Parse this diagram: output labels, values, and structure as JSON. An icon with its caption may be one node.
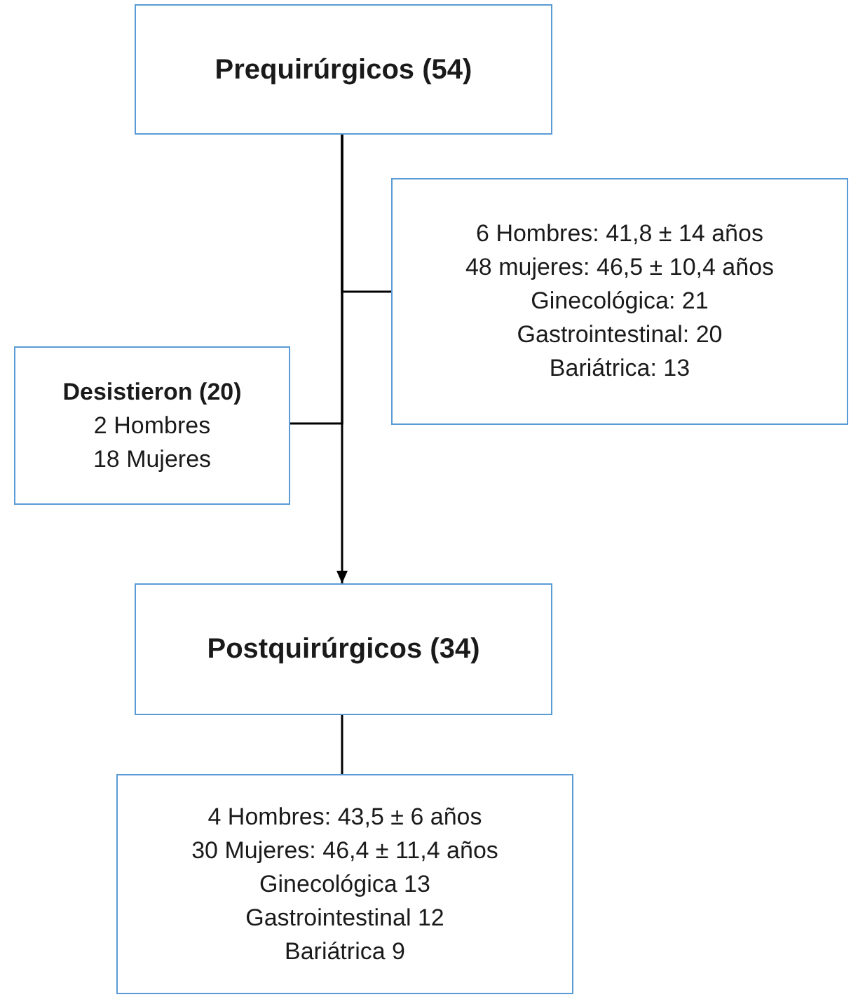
{
  "diagram": {
    "nodes": [
      {
        "text": [
          "Prequirúrgicos (54)"
        ]
      },
      {
        "text": [
          "6 Hombres: 41,8 ± 14 años",
          "48 mujeres: 46,5 ± 10,4 años",
          "Ginecológica: 21",
          "Gastrointestinal: 20",
          "Bariátrica: 13"
        ]
      },
      {
        "text": [
          "Desistieron (20)",
          "2 Hombres",
          "18 Mujeres"
        ]
      },
      {
        "text": [
          "Postquirúrgicos (34)"
        ]
      },
      {
        "text": [
          "4 Hombres: 43,5 ± 6 años",
          "30 Mujeres: 46,4 ± 11,4 años",
          "Ginecológica 13",
          "Gastrointestinal 12",
          "Bariátrica 9"
        ]
      }
    ],
    "edges": [
      {
        "from": 0,
        "to": 3,
        "arrow": "to"
      },
      {
        "from": 0,
        "to": 1,
        "arrow": "none"
      },
      {
        "from": 0,
        "to": 2,
        "arrow": "none"
      },
      {
        "from": 3,
        "to": 4,
        "arrow": "none"
      }
    ]
  }
}
